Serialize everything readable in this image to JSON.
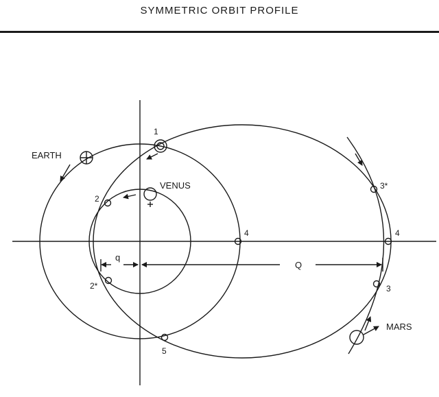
{
  "header": {
    "title": "SYMMETRIC ORBIT PROFILE"
  },
  "diagram": {
    "bodies": {
      "earth": "EARTH",
      "venus": "VENUS",
      "mars": "MARS"
    },
    "points": {
      "p1": "1",
      "p2": "2",
      "p2s": "2*",
      "p3": "3",
      "p3s": "3*",
      "p4_inner": "4",
      "p4_outer": "4",
      "p5": "5"
    },
    "distances": {
      "q": "q",
      "Q": "Q"
    }
  }
}
